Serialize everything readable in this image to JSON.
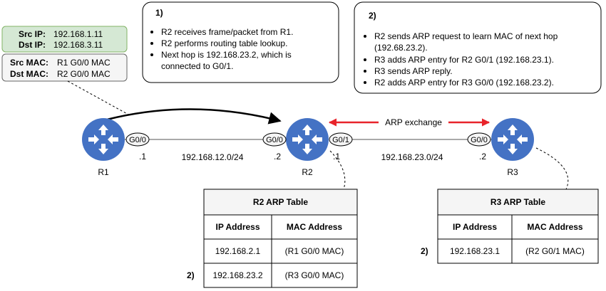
{
  "packet_header": {
    "src_ip_label": "Src IP:",
    "src_ip_value": "192.168.1.11",
    "dst_ip_label": "Dst IP:",
    "dst_ip_value": "192.168.3.11",
    "src_mac_label": "Src MAC:",
    "src_mac_value": "R1 G0/0 MAC",
    "dst_mac_label": "Dst MAC:",
    "dst_mac_value": "R2 G0/0 MAC",
    "ip_fill_color": "#d5e8d4",
    "ip_border_color": "#82b366",
    "mac_fill_color": "#f5f5f5",
    "mac_border_color": "#666666"
  },
  "notes": [
    {
      "step": "1)",
      "items": [
        [
          "R2 receives frame/packet from R1."
        ],
        [
          "R2 performs routing table lookup."
        ],
        [
          "Next hop is 192.168.23.2, which is",
          "connected to G0/1."
        ]
      ]
    },
    {
      "step": "2)",
      "items": [
        [
          "R2 sends ARP request to learn MAC of next hop",
          "(192.68.23.2)."
        ],
        [
          "R3 adds ARP entry for R2 G0/1 (192.168.23.1)."
        ],
        [
          "R3 sends ARP reply."
        ],
        [
          "R2 adds ARP entry for R3 G0/0 (192.168.23.2)."
        ]
      ]
    }
  ],
  "routers": [
    {
      "name": "R1",
      "icon": "router-icon"
    },
    {
      "name": "R2",
      "icon": "router-icon"
    },
    {
      "name": "R3",
      "icon": "router-icon"
    }
  ],
  "interfaces": {
    "r1_g00": {
      "label": "G0/0",
      "host": ".1"
    },
    "r2_g00": {
      "label": "G0/0",
      "host": ".2"
    },
    "r2_g01": {
      "label": "G0/1",
      "host": ".1"
    },
    "r3_g00": {
      "label": "G0/0",
      "host": ".2"
    }
  },
  "networks": {
    "left": "192.168.12.0/24",
    "right": "192.168.23.0/24"
  },
  "arp_exchange_label": "ARP exchange",
  "colors": {
    "router_fill": "#4472c4",
    "router_glyph": "#ffffff",
    "arp_arrow": "#e8242b",
    "header_fill": "#f5f5f5"
  },
  "r2_arp_table": {
    "title": "R2 ARP Table",
    "columns": [
      "IP Address",
      "MAC Address"
    ],
    "rows": [
      {
        "step": "",
        "ip": "192.168.2.1",
        "mac": "(R1 G0/0 MAC)"
      },
      {
        "step": "2)",
        "ip": "192.168.23.2",
        "mac": "(R3 G0/0 MAC)"
      }
    ]
  },
  "r3_arp_table": {
    "title": "R3 ARP Table",
    "columns": [
      "IP Address",
      "MAC Address"
    ],
    "rows": [
      {
        "step": "2)",
        "ip": "192.168.23.1",
        "mac": "(R2 G0/1 MAC)"
      }
    ]
  }
}
